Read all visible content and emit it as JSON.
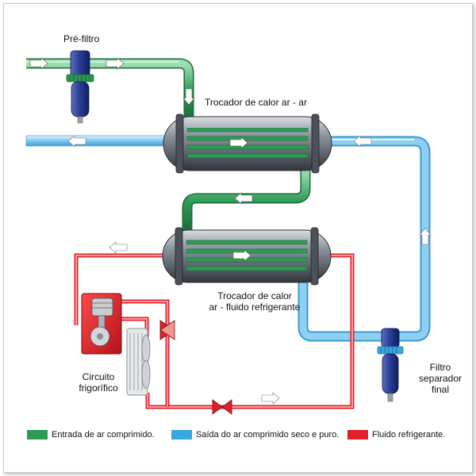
{
  "labels": {
    "pre_filter": "Pré-filtro",
    "exchanger_air_air": "Trocador de calor ar - ar",
    "exchanger_refrig_line1": "Trocador de calor",
    "exchanger_refrig_line2": "ar - fluido refrigerante",
    "circuit_line1": "Circuito",
    "circuit_line2": "frigorífico",
    "final_filter_line1": "Filtro",
    "final_filter_line2": "separador",
    "final_filter_line3": "final"
  },
  "legend": [
    {
      "label": "Entrada de ar comprimido.",
      "color": "#2e9b55"
    },
    {
      "label": "Saída do ar comprimido seco e puro.",
      "color": "#39a8e0"
    },
    {
      "label": "Fluido refrigerante.",
      "color": "#e0202a"
    }
  ],
  "colors": {
    "compressed_air_in": "#2e9b55",
    "dry_air_out": "#39a8e0",
    "refrigerant": "#e0202a"
  }
}
